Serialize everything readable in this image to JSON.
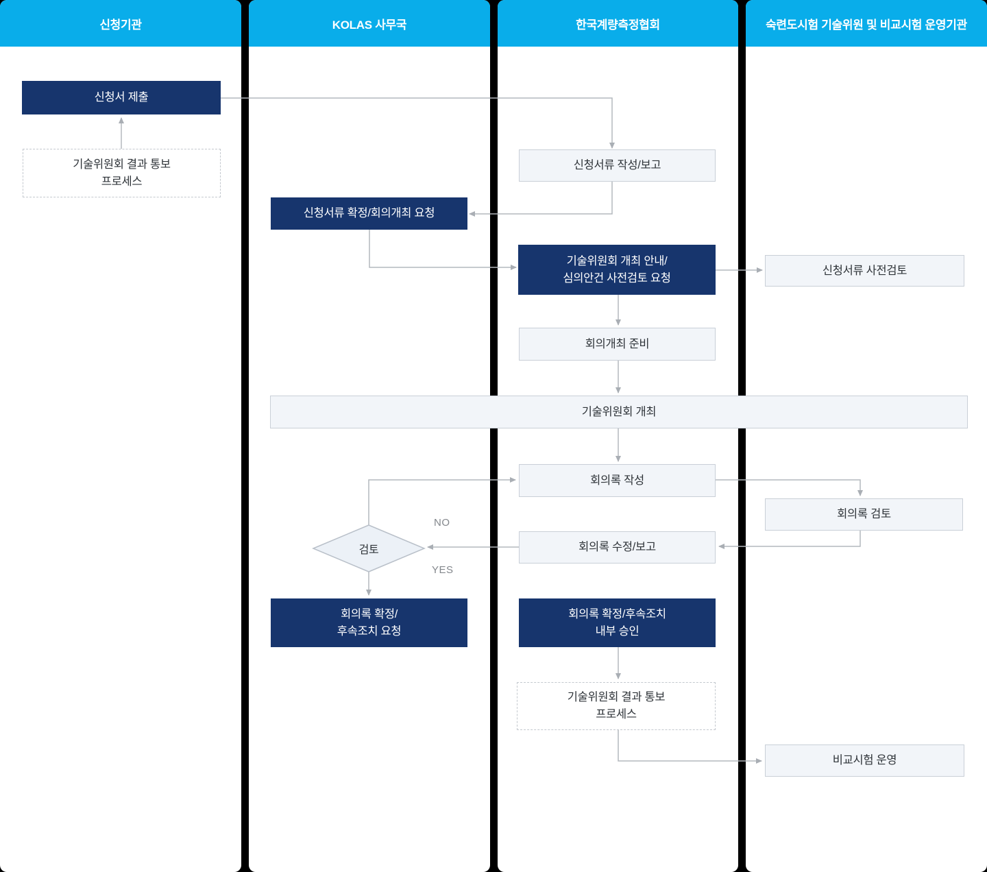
{
  "lanes": [
    {
      "title": "신청기관"
    },
    {
      "title": "KOLAS 사무국"
    },
    {
      "title": "한국계량측정협회"
    },
    {
      "title": "숙련도시험 기술위원 및 비교시험 운영기관"
    }
  ],
  "nodes": {
    "submit": {
      "label": "신청서 제출"
    },
    "notify_process_1": {
      "lines": [
        "기술위원회 결과 통보",
        "프로세스"
      ]
    },
    "docs_confirm": {
      "label": "신청서류 확정/회의개최 요청"
    },
    "docs_write": {
      "label": "신청서류 작성/보고"
    },
    "announce": {
      "lines": [
        "기술위원회 개최 안내/",
        "심의안건 사전검토 요청"
      ]
    },
    "precheck": {
      "label": "신청서류 사전검토"
    },
    "prepare": {
      "label": "회의개최 준비"
    },
    "committee": {
      "label": "기술위원회 개최"
    },
    "minutes_write": {
      "label": "회의록 작성"
    },
    "minutes_review": {
      "label": "회의록 검토"
    },
    "minutes_revise": {
      "label": "회의록 수정/보고"
    },
    "decision": {
      "label": "검토",
      "no_label": "NO",
      "yes_label": "YES"
    },
    "finalize_request": {
      "lines": [
        "회의록 확정/",
        "후속조치 요청"
      ]
    },
    "finalize_approve": {
      "lines": [
        "회의록 확정/후속조치",
        "내부 승인"
      ]
    },
    "notify_process_2": {
      "lines": [
        "기술위원회 결과 통보",
        "프로세스"
      ]
    },
    "comparison": {
      "label": "비교시험 운영"
    }
  },
  "colors": {
    "lane_header": "#09ADEA",
    "navy_node": "#17356D",
    "light_node_fill": "#F2F5F9",
    "light_node_border": "#C9CFD7",
    "connector": "#B4B8BD",
    "background": "#000000"
  }
}
